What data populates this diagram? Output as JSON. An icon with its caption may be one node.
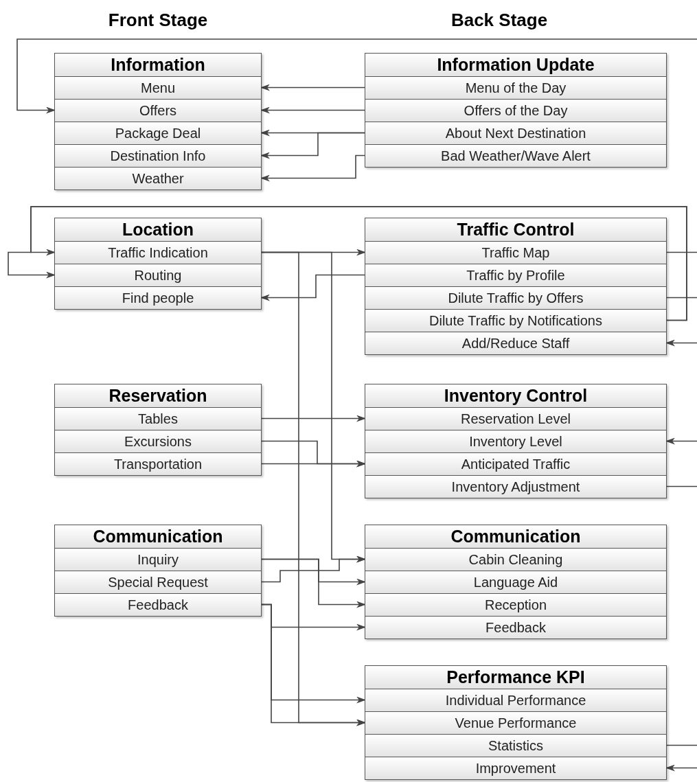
{
  "diagram": {
    "nodes": [
      {
        "text": [
          "Information"
        ]
      },
      {
        "text": [
          "Menu"
        ],
        "in": 0
      },
      {
        "text": [
          "Offers"
        ],
        "in": 0
      },
      {
        "text": [
          "Package Deal"
        ],
        "in": 0
      },
      {
        "text": [
          "Destination Info"
        ],
        "in": 0
      },
      {
        "text": [
          "Weather"
        ],
        "in": 0
      },
      {
        "text": [
          "Information Update"
        ]
      },
      {
        "text": [
          "Menu of the Day"
        ],
        "in": 6
      },
      {
        "text": [
          "Offers of the Day"
        ],
        "in": 6
      },
      {
        "text": [
          "About Next Destination"
        ],
        "in": 6
      },
      {
        "text": [
          "Bad Weather/Wave Alert"
        ],
        "in": 6
      },
      {
        "text": [
          "Location"
        ]
      },
      {
        "text": [
          "Traffic Indication"
        ],
        "in": 11
      },
      {
        "text": [
          "Routing"
        ],
        "in": 11
      },
      {
        "text": [
          "Find people"
        ],
        "in": 11
      },
      {
        "text": [
          "Traffic Control"
        ]
      },
      {
        "text": [
          "Traffic Map"
        ],
        "in": 15
      },
      {
        "text": [
          "Traffic by Profile"
        ],
        "in": 15
      },
      {
        "text": [
          "Dilute Traffic by Offers"
        ],
        "in": 15
      },
      {
        "text": [
          "Dilute Traffic by Notifications"
        ],
        "in": 15
      },
      {
        "text": [
          "Add/Reduce Staff"
        ],
        "in": 15
      },
      {
        "text": [
          "Reservation"
        ]
      },
      {
        "text": [
          "Tables"
        ],
        "in": 21
      },
      {
        "text": [
          "Excursions"
        ],
        "in": 21
      },
      {
        "text": [
          "Transportation"
        ],
        "in": 21
      },
      {
        "text": [
          "Inventory Control"
        ]
      },
      {
        "text": [
          "Reservation Level"
        ],
        "in": 25
      },
      {
        "text": [
          "Inventory Level"
        ],
        "in": 25
      },
      {
        "text": [
          "Anticipated Traffic"
        ],
        "in": 25
      },
      {
        "text": [
          "Inventory Adjustment"
        ],
        "in": 25
      },
      {
        "text": [
          "Communication"
        ]
      },
      {
        "text": [
          "Inquiry"
        ],
        "in": 30
      },
      {
        "text": [
          "Special Request"
        ],
        "in": 30
      },
      {
        "text": [
          "Feedback"
        ],
        "in": 30
      },
      {
        "text": [
          "Communication"
        ]
      },
      {
        "text": [
          "Cabin Cleaning"
        ],
        "in": 34
      },
      {
        "text": [
          "Language Aid"
        ],
        "in": 34
      },
      {
        "text": [
          "Reception"
        ],
        "in": 34
      },
      {
        "text": [
          "Feedback"
        ],
        "in": 34
      },
      {
        "text": [
          "Performance KPI"
        ]
      },
      {
        "text": [
          "Individual Performance"
        ],
        "in": 39
      },
      {
        "text": [
          "Venue Performance"
        ],
        "in": 39
      },
      {
        "text": [
          "Statistics"
        ],
        "in": 39
      },
      {
        "text": [
          "Improvement"
        ],
        "in": 39
      }
    ],
    "edges": [
      {
        "from": 7,
        "to": 1,
        "arrow": "to"
      },
      {
        "from": 8,
        "to": 2,
        "arrow": "to"
      },
      {
        "from": 9,
        "to": 3,
        "arrow": "to"
      },
      {
        "from": 9,
        "to": 4,
        "arrow": "to"
      },
      {
        "from": 10,
        "to": 5,
        "arrow": "to"
      },
      {
        "from": null,
        "to": 2,
        "arrow": "to"
      },
      {
        "from": 19,
        "to": 12,
        "arrow": "to"
      },
      {
        "from": 19,
        "to": 13,
        "arrow": "to"
      },
      {
        "from": 16,
        "to": null,
        "arrow": "none"
      },
      {
        "from": 18,
        "to": null,
        "arrow": "none"
      },
      {
        "from": null,
        "to": 20,
        "arrow": "to"
      },
      {
        "from": 12,
        "to": 16,
        "arrow": "to"
      },
      {
        "from": 12,
        "to": 35,
        "arrow": "to"
      },
      {
        "from": 12,
        "to": 41,
        "arrow": "to"
      },
      {
        "from": 17,
        "to": 14,
        "arrow": "to"
      },
      {
        "from": 22,
        "to": 26,
        "arrow": "to"
      },
      {
        "from": 23,
        "to": 28,
        "arrow": "to"
      },
      {
        "from": 24,
        "to": 28,
        "arrow": "to"
      },
      {
        "from": null,
        "to": 27,
        "arrow": "to"
      },
      {
        "from": 29,
        "to": null,
        "arrow": "none"
      },
      {
        "from": 31,
        "to": 36,
        "arrow": "to"
      },
      {
        "from": 31,
        "to": 37,
        "arrow": "to"
      },
      {
        "from": 32,
        "to": 35,
        "arrow": "to"
      },
      {
        "from": 33,
        "to": 38,
        "arrow": "to"
      },
      {
        "from": 33,
        "to": 40,
        "arrow": "to"
      },
      {
        "from": 33,
        "to": 41,
        "arrow": "to"
      },
      {
        "from": 42,
        "to": null,
        "arrow": "none"
      },
      {
        "from": null,
        "to": 43,
        "arrow": "to"
      }
    ],
    "labels": [
      "Front Stage",
      "Back Stage"
    ]
  }
}
